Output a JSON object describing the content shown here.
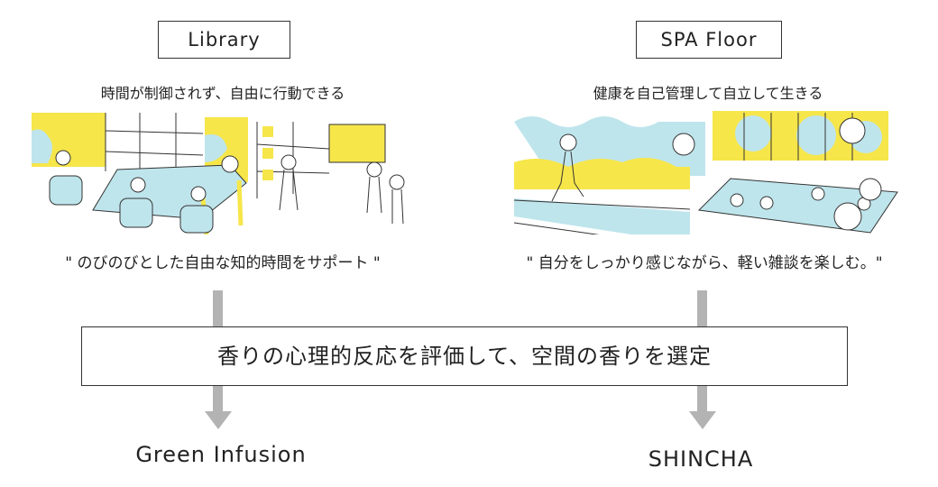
{
  "left": {
    "label": "Library",
    "subtitle": "時間が制御されず、自由に行動できる",
    "quote": "\" のびのびとした自由な知的時間をサポート \"",
    "result": "Green Infusion"
  },
  "right": {
    "label": "SPA Floor",
    "subtitle": "健康を自己管理して自立して生きる",
    "quote": "\" 自分をしっかり感じながら、軽い雑談を楽しむ。\"",
    "result": "SHINCHA"
  },
  "center": {
    "text": "香りの心理的反応を評価して、空間の香りを選定"
  },
  "colors": {
    "yellow": "#f6e64a",
    "blue": "#bfe5ec",
    "arrow": "#b3b3b3"
  }
}
